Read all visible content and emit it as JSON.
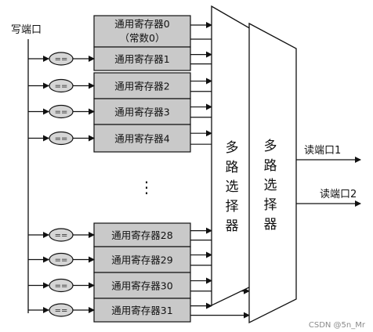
{
  "write_port_label": "写端口",
  "comparator_label": "==",
  "registers": [
    {
      "label": "通用寄存器0",
      "sub": "（常数0）",
      "comparator": false
    },
    {
      "label": "通用寄存器1",
      "comparator": true
    },
    {
      "label": "通用寄存器2",
      "comparator": true
    },
    {
      "label": "通用寄存器3",
      "comparator": true
    },
    {
      "label": "通用寄存器4",
      "comparator": true
    },
    {
      "label": "通用寄存器28",
      "comparator": true
    },
    {
      "label": "通用寄存器29",
      "comparator": true
    },
    {
      "label": "通用寄存器30",
      "comparator": true
    },
    {
      "label": "通用寄存器31",
      "comparator": true
    }
  ],
  "ellipsis": "⋮",
  "mux_label_chars": [
    "多",
    "路",
    "选",
    "择",
    "器"
  ],
  "read_ports": [
    "读端口1",
    "读端口2"
  ],
  "watermark": "CSDN @5n_Mr",
  "colors": {
    "register_fill": "#c9c9c9",
    "line": "#111111",
    "comparator_fill": "#d6d6d6"
  }
}
